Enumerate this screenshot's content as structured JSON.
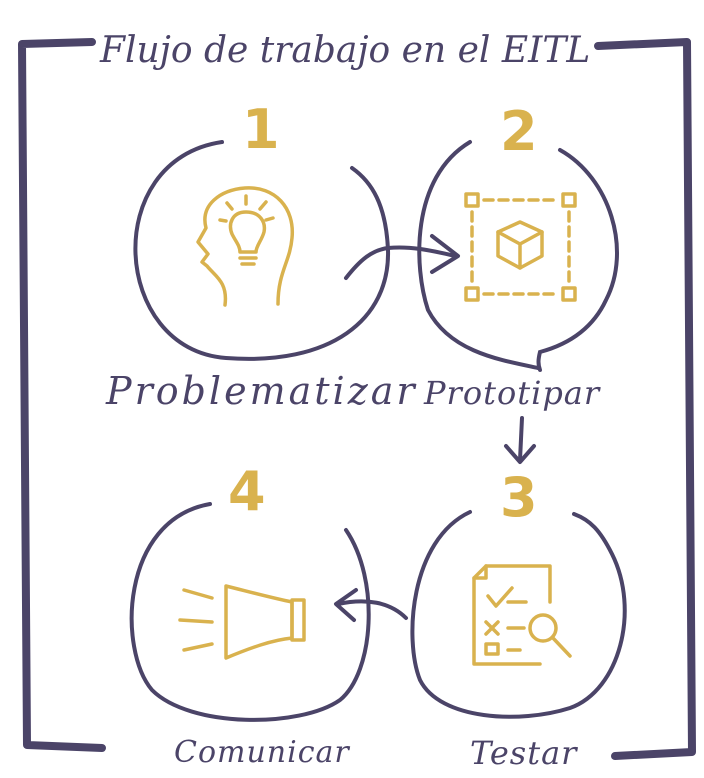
{
  "title": "Flujo de trabajo en el EITL",
  "steps": [
    {
      "number": "1",
      "label": "Problematizar",
      "icon": "head-lightbulb-icon"
    },
    {
      "number": "2",
      "label": "Prototipar",
      "icon": "prototype-cube-icon"
    },
    {
      "number": "3",
      "label": "Testar",
      "icon": "checklist-magnifier-icon"
    },
    {
      "number": "4",
      "label": "Comunicar",
      "icon": "megaphone-icon"
    }
  ],
  "colors": {
    "ink": "#4b4468",
    "accent": "#d9b24e",
    "background": "#ffffff"
  }
}
